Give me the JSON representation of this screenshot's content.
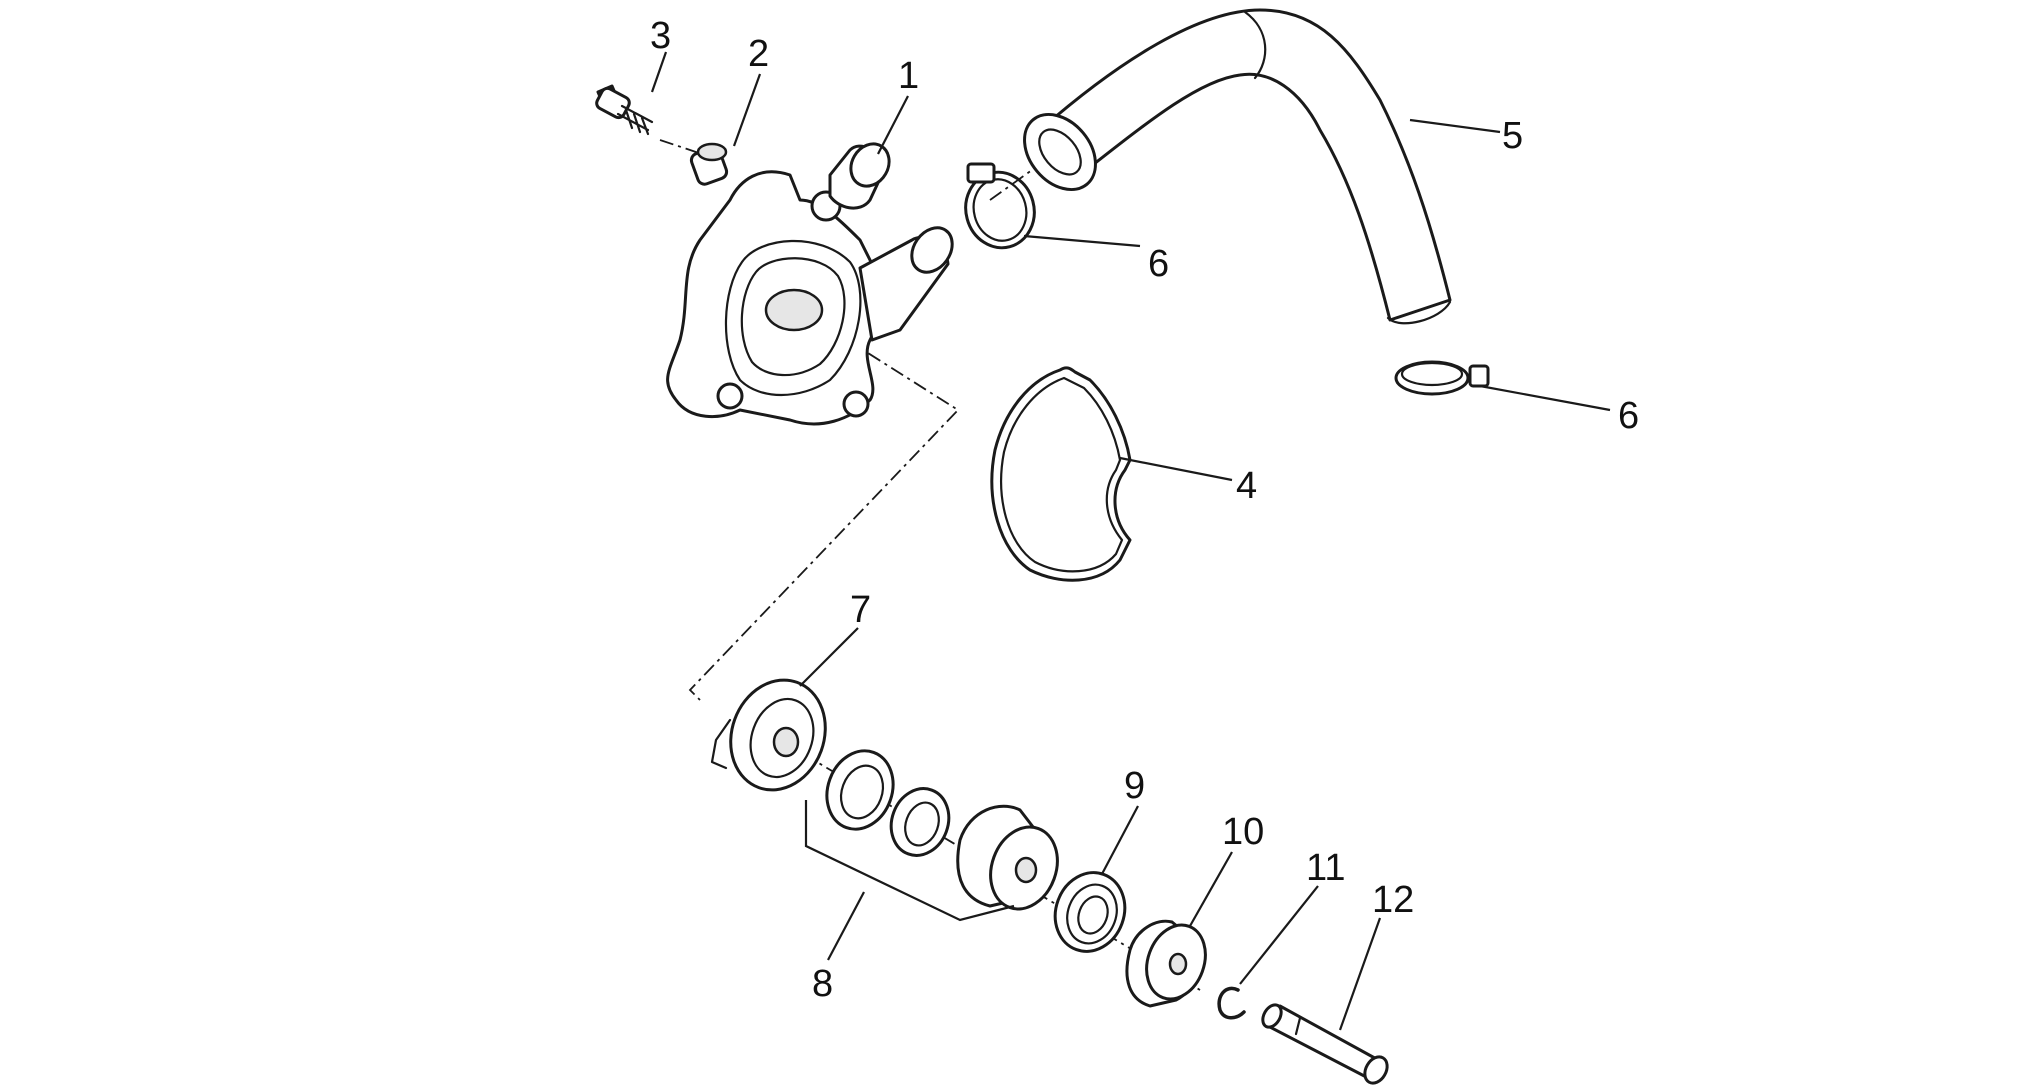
{
  "callouts": {
    "p1": "1",
    "p2": "2",
    "p3": "3",
    "p4": "4",
    "p5": "5",
    "p6a": "6",
    "p6b": "6",
    "p7": "7",
    "p8": "8",
    "p9": "9",
    "p10": "10",
    "p11": "11",
    "p12": "12"
  },
  "colors": {
    "line": "#1a1a1a",
    "background": "#ffffff",
    "shade": "#e6e6e6"
  }
}
